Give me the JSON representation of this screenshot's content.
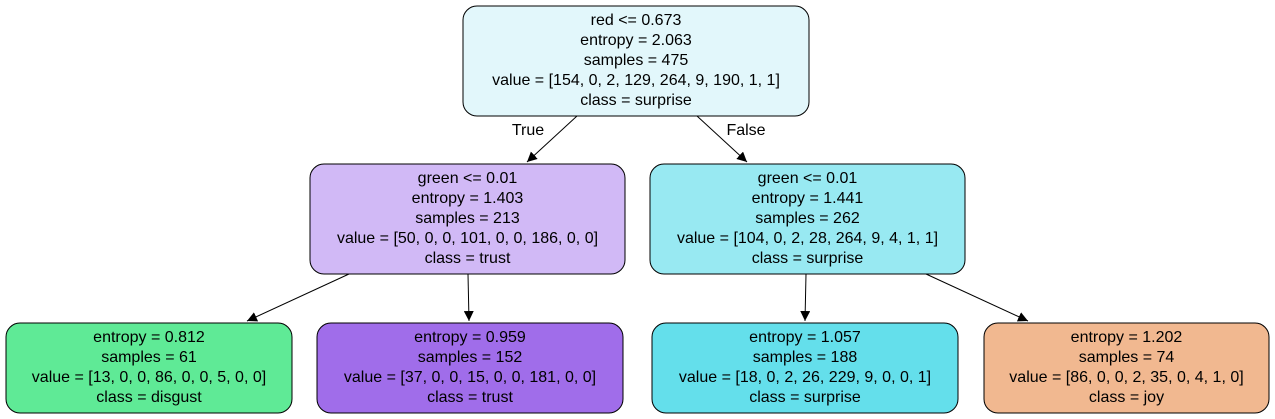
{
  "tree": {
    "nodes": {
      "root": {
        "lines": [
          "red <= 0.673",
          "entropy = 2.063",
          "samples = 475",
          "value = [154, 0, 2, 129, 264, 9, 190, 1, 1]",
          "class = surprise"
        ],
        "fill": "#e2f7fb"
      },
      "left": {
        "lines": [
          "green <= 0.01",
          "entropy = 1.403",
          "samples = 213",
          "value = [50, 0, 0, 101, 0, 0, 186, 0, 0]",
          "class = trust"
        ],
        "fill": "#d1b9f6"
      },
      "right": {
        "lines": [
          "green <= 0.01",
          "entropy = 1.441",
          "samples = 262",
          "value = [104, 0, 2, 28, 264, 9, 4, 1, 1]",
          "class = surprise"
        ],
        "fill": "#98e9f2"
      },
      "ll": {
        "lines": [
          "entropy = 0.812",
          "samples = 61",
          "value = [13, 0, 0, 86, 0, 0, 5, 0, 0]",
          "class = disgust"
        ],
        "fill": "#5fea96"
      },
      "lr": {
        "lines": [
          "entropy = 0.959",
          "samples = 152",
          "value = [37, 0, 0, 15, 0, 0, 181, 0, 0]",
          "class = trust"
        ],
        "fill": "#a06dea"
      },
      "rl": {
        "lines": [
          "entropy = 1.057",
          "samples = 188",
          "value = [18, 0, 2, 26, 229, 9, 0, 0, 1]",
          "class = surprise"
        ],
        "fill": "#64dfeb"
      },
      "rr": {
        "lines": [
          "entropy = 1.202",
          "samples = 74",
          "value = [86, 0, 0, 2, 35, 0, 4, 1, 0]",
          "class = joy"
        ],
        "fill": "#f1b890"
      }
    },
    "edge_labels": {
      "true": "True",
      "false": "False"
    }
  }
}
